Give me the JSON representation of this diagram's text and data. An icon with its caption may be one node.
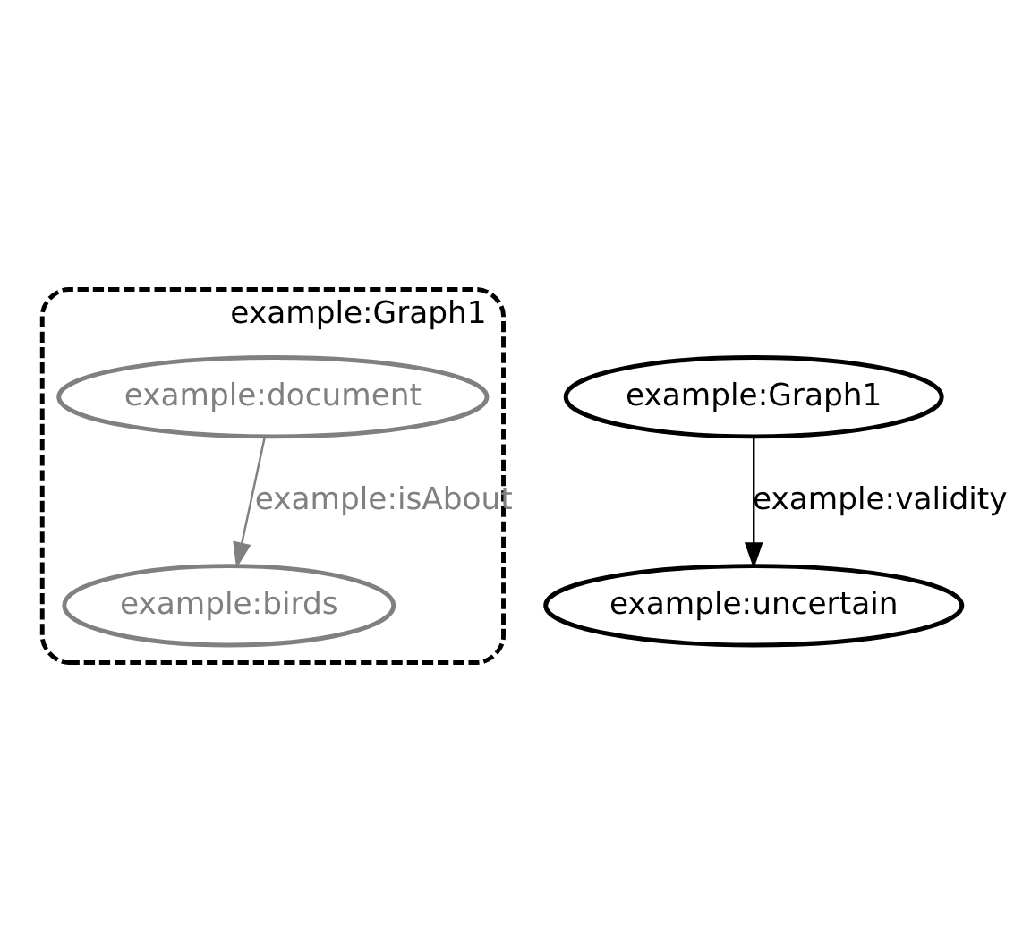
{
  "diagram": {
    "nodes": [
      {
        "text": [
          "example:Graph1"
        ]
      },
      {
        "text": [
          "example:document"
        ],
        "in": 0
      },
      {
        "text": [
          "example:birds"
        ],
        "in": 0
      },
      {
        "text": [
          "example:Graph1"
        ]
      },
      {
        "text": [
          "example:uncertain"
        ]
      }
    ],
    "edges": [
      {
        "from": 1,
        "to": 2,
        "arrow": "to",
        "label": "example:isAbout",
        "color": "#808080"
      },
      {
        "from": 3,
        "to": 4,
        "arrow": "to",
        "label": "example:validity",
        "color": "#000000"
      }
    ]
  }
}
